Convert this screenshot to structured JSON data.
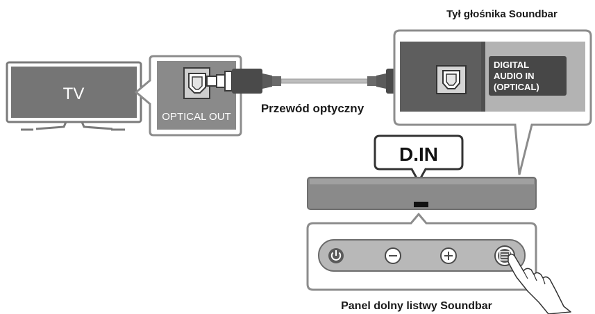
{
  "labels": {
    "tv": "TV",
    "optical_out": "OPTICAL OUT",
    "cable": "Przewód optyczny",
    "rear_caption": "Tył głośnika Soundbar",
    "digital_in_line1": "DIGITAL",
    "digital_in_line2": "AUDIO IN",
    "digital_in_line3": "(OPTICAL)",
    "display": "D.IN",
    "bottom_caption": "Panel dolny listwy Soundbar"
  },
  "buttons": [
    {
      "name": "power",
      "icon": "power-icon"
    },
    {
      "name": "volume-down",
      "icon": "minus-icon"
    },
    {
      "name": "volume-up",
      "icon": "plus-icon"
    },
    {
      "name": "source",
      "icon": "source-icon"
    }
  ],
  "colors": {
    "line": "#8c8c8c",
    "panel_dark": "#5e5e5e",
    "panel_light": "#b3b3b3",
    "cable": "#bdbdbd",
    "connector": "#4a4a4a"
  }
}
